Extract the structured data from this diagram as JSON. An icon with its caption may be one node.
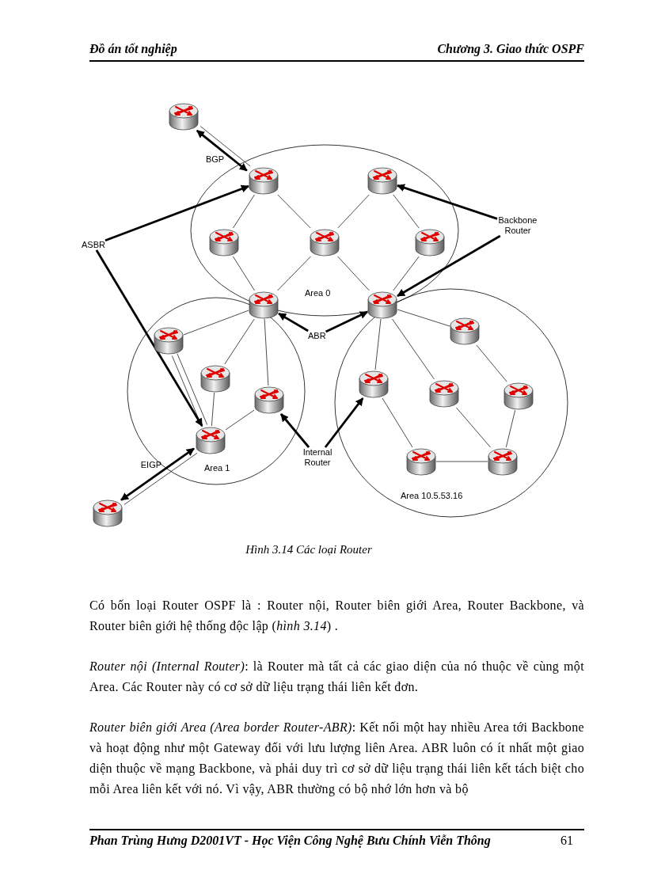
{
  "diagram": {
    "caption": "Hình 3.14 Các loại Router",
    "nodes": [
      {
        "text": [],
        "shape": "cylinder"
      },
      {
        "text": [
          "Area 0"
        ]
      },
      {
        "text": [],
        "shape": "cylinder",
        "in": 1
      },
      {
        "text": [],
        "shape": "cylinder",
        "in": 1
      },
      {
        "text": [
          "ASBR"
        ]
      },
      {
        "text": [],
        "shape": "cylinder",
        "in": 1
      },
      {
        "text": [],
        "shape": "cylinder",
        "in": 1
      },
      {
        "text": [],
        "shape": "cylinder",
        "in": 1
      },
      {
        "text": [
          "Backbone Router"
        ]
      },
      {
        "text": [],
        "shape": "cylinder"
      },
      {
        "text": [],
        "shape": "cylinder"
      },
      {
        "text": [
          "Area 1"
        ]
      },
      {
        "text": [
          "Area 10.5.53.16"
        ]
      },
      {
        "text": [],
        "shape": "cylinder",
        "in": 11
      },
      {
        "text": [
          "ABR"
        ]
      },
      {
        "text": [],
        "shape": "cylinder",
        "in": 12
      },
      {
        "text": [],
        "shape": "cylinder",
        "in": 11
      },
      {
        "text": [],
        "shape": "cylinder",
        "in": 12
      },
      {
        "text": [],
        "shape": "cylinder",
        "in": 12
      },
      {
        "text": [],
        "shape": "cylinder",
        "in": 11
      },
      {
        "text": [],
        "shape": "cylinder",
        "in": 12
      },
      {
        "text": [],
        "shape": "cylinder",
        "in": 11
      },
      {
        "text": [
          "Internal Router"
        ]
      },
      {
        "text": [],
        "shape": "cylinder",
        "in": 12
      },
      {
        "text": [],
        "shape": "cylinder",
        "in": 12
      },
      {
        "text": [],
        "shape": "cylinder"
      }
    ],
    "edges": [
      {
        "from": 0,
        "to": 2,
        "arrow": "none"
      },
      {
        "from": 0,
        "to": 2,
        "arrow": "both",
        "style": "thick",
        "label": "BGP"
      },
      {
        "from": 2,
        "to": 5,
        "arrow": "none"
      },
      {
        "from": 2,
        "to": 6,
        "arrow": "none"
      },
      {
        "from": 3,
        "to": 6,
        "arrow": "none"
      },
      {
        "from": 3,
        "to": 7,
        "arrow": "none"
      },
      {
        "from": 5,
        "to": 9,
        "arrow": "none"
      },
      {
        "from": 6,
        "to": 9,
        "arrow": "none"
      },
      {
        "from": 6,
        "to": 10,
        "arrow": "none"
      },
      {
        "from": 7,
        "to": 10,
        "arrow": "none"
      },
      {
        "from": 4,
        "to": 2,
        "arrow": "to",
        "style": "thick"
      },
      {
        "from": 4,
        "to": 21,
        "arrow": "to",
        "style": "thick"
      },
      {
        "from": 8,
        "to": 3,
        "arrow": "to",
        "style": "thick"
      },
      {
        "from": 8,
        "to": 10,
        "arrow": "to",
        "style": "thick"
      },
      {
        "from": 14,
        "to": 9,
        "arrow": "to",
        "style": "thick"
      },
      {
        "from": 14,
        "to": 10,
        "arrow": "to",
        "style": "thick"
      },
      {
        "from": 9,
        "to": 13,
        "arrow": "none"
      },
      {
        "from": 9,
        "to": 16,
        "arrow": "none"
      },
      {
        "from": 9,
        "to": 19,
        "arrow": "none"
      },
      {
        "from": 10,
        "to": 15,
        "arrow": "none"
      },
      {
        "from": 10,
        "to": 17,
        "arrow": "none"
      },
      {
        "from": 10,
        "to": 18,
        "arrow": "none"
      },
      {
        "from": 13,
        "to": 21,
        "arrow": "none"
      },
      {
        "from": 13,
        "to": 21,
        "arrow": "none"
      },
      {
        "from": 16,
        "to": 21,
        "arrow": "none"
      },
      {
        "from": 19,
        "to": 21,
        "arrow": "none"
      },
      {
        "from": 15,
        "to": 20,
        "arrow": "none"
      },
      {
        "from": 17,
        "to": 23,
        "arrow": "none"
      },
      {
        "from": 18,
        "to": 24,
        "arrow": "none"
      },
      {
        "from": 20,
        "to": 24,
        "arrow": "none"
      },
      {
        "from": 23,
        "to": 24,
        "arrow": "none"
      },
      {
        "from": 21,
        "to": 25,
        "arrow": "none"
      },
      {
        "from": 21,
        "to": 25,
        "arrow": "both",
        "style": "thick",
        "label": "EIGP"
      },
      {
        "from": 22,
        "to": 19,
        "arrow": "to",
        "style": "thick"
      },
      {
        "from": 22,
        "to": 17,
        "arrow": "to",
        "style": "thick"
      }
    ],
    "labels": [
      "Đồ án tốt nghiệp",
      "Chương 3. Giao thức OSPF",
      "Có bốn loại Router OSPF là : Router nội, Router biên giới Area, Router Backbone, và Router biên giới hệ thống độc lập (*hình 3.14*) .",
      "*Router nội (Internal Router)*: là Router mà tất cả các giao diện của nó thuộc về cùng một Area. Các Router này có cơ sở dữ liệu trạng thái liên kết đơn.",
      "*Router biên giới Area (Area border Router-ABR)*: Kết nối một hay nhiều Area tới Backbone và hoạt động như một Gateway đối với lưu lượng liên Area. ABR luôn có ít nhất một giao diện thuộc về mạng Backbone, và phải duy trì cơ sở dữ liệu trạng thái liên kết tách biệt cho mỗi Area liên kết với nó. Vì vậy, ABR thường có bộ nhớ lớn hơn và bộ",
      "Phan Trùng Hưng D2001VT - Học Viện Công Nghệ Bưu Chính Viễn Thông",
      "61"
    ]
  }
}
